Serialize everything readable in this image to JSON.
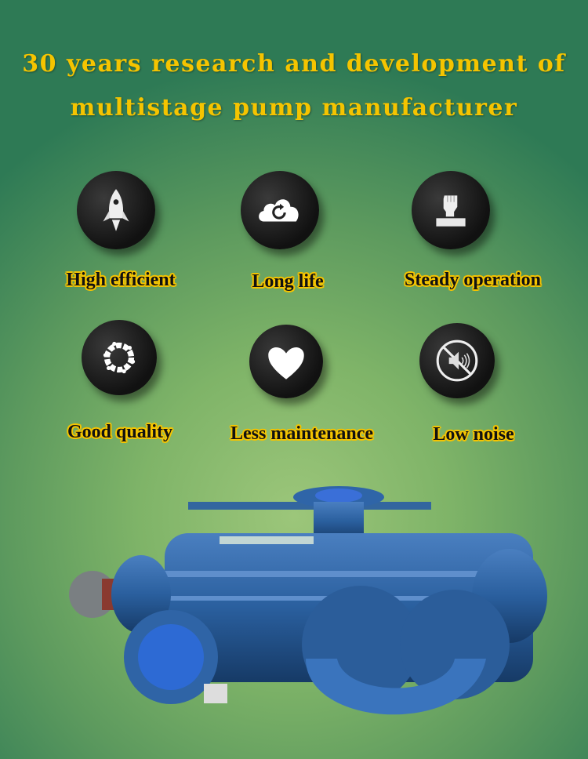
{
  "header": {
    "line1": "30 years research and development of",
    "line2": "multistage pump manufacturer"
  },
  "features": [
    {
      "label": "High efficient",
      "icon": "rocket-icon"
    },
    {
      "label": "Long life",
      "icon": "cloud-refresh-icon"
    },
    {
      "label": "Steady operation",
      "icon": "fist-icon"
    },
    {
      "label": "Good quality",
      "icon": "aperture-icon"
    },
    {
      "label": "Less maintenance",
      "icon": "heart-icon"
    },
    {
      "label": "Low noise",
      "icon": "mute-icon"
    }
  ],
  "colors": {
    "title": "#f5c400",
    "pump": "#2a5f9e",
    "circle": "#1a1a1a"
  }
}
